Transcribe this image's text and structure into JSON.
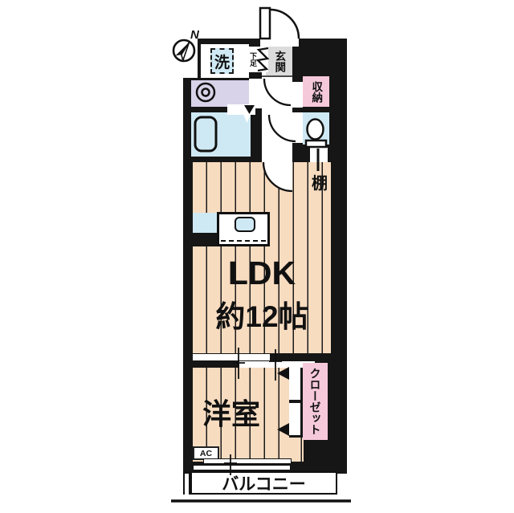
{
  "title": "floor-plan",
  "labels": {
    "north": "N",
    "laundry": "洗",
    "shoes": "下足",
    "entrance": "玄関",
    "storage": "収納",
    "shelf": "棚",
    "ldk_line1": "LDK",
    "ldk_line2": "約12帖",
    "western_room": "洋室",
    "closet": "クローゼット",
    "ac": "AC",
    "balcony": "バルコニー"
  },
  "colors": {
    "wall": "#161616",
    "floor": "#f8dcc0",
    "floorline": "#1a1a1a",
    "water": "#cfe9f4",
    "vanity": "#d9d3e9",
    "pink": "#f6c9da",
    "genkan": "#dcdcdc",
    "page": "#ffffff"
  }
}
